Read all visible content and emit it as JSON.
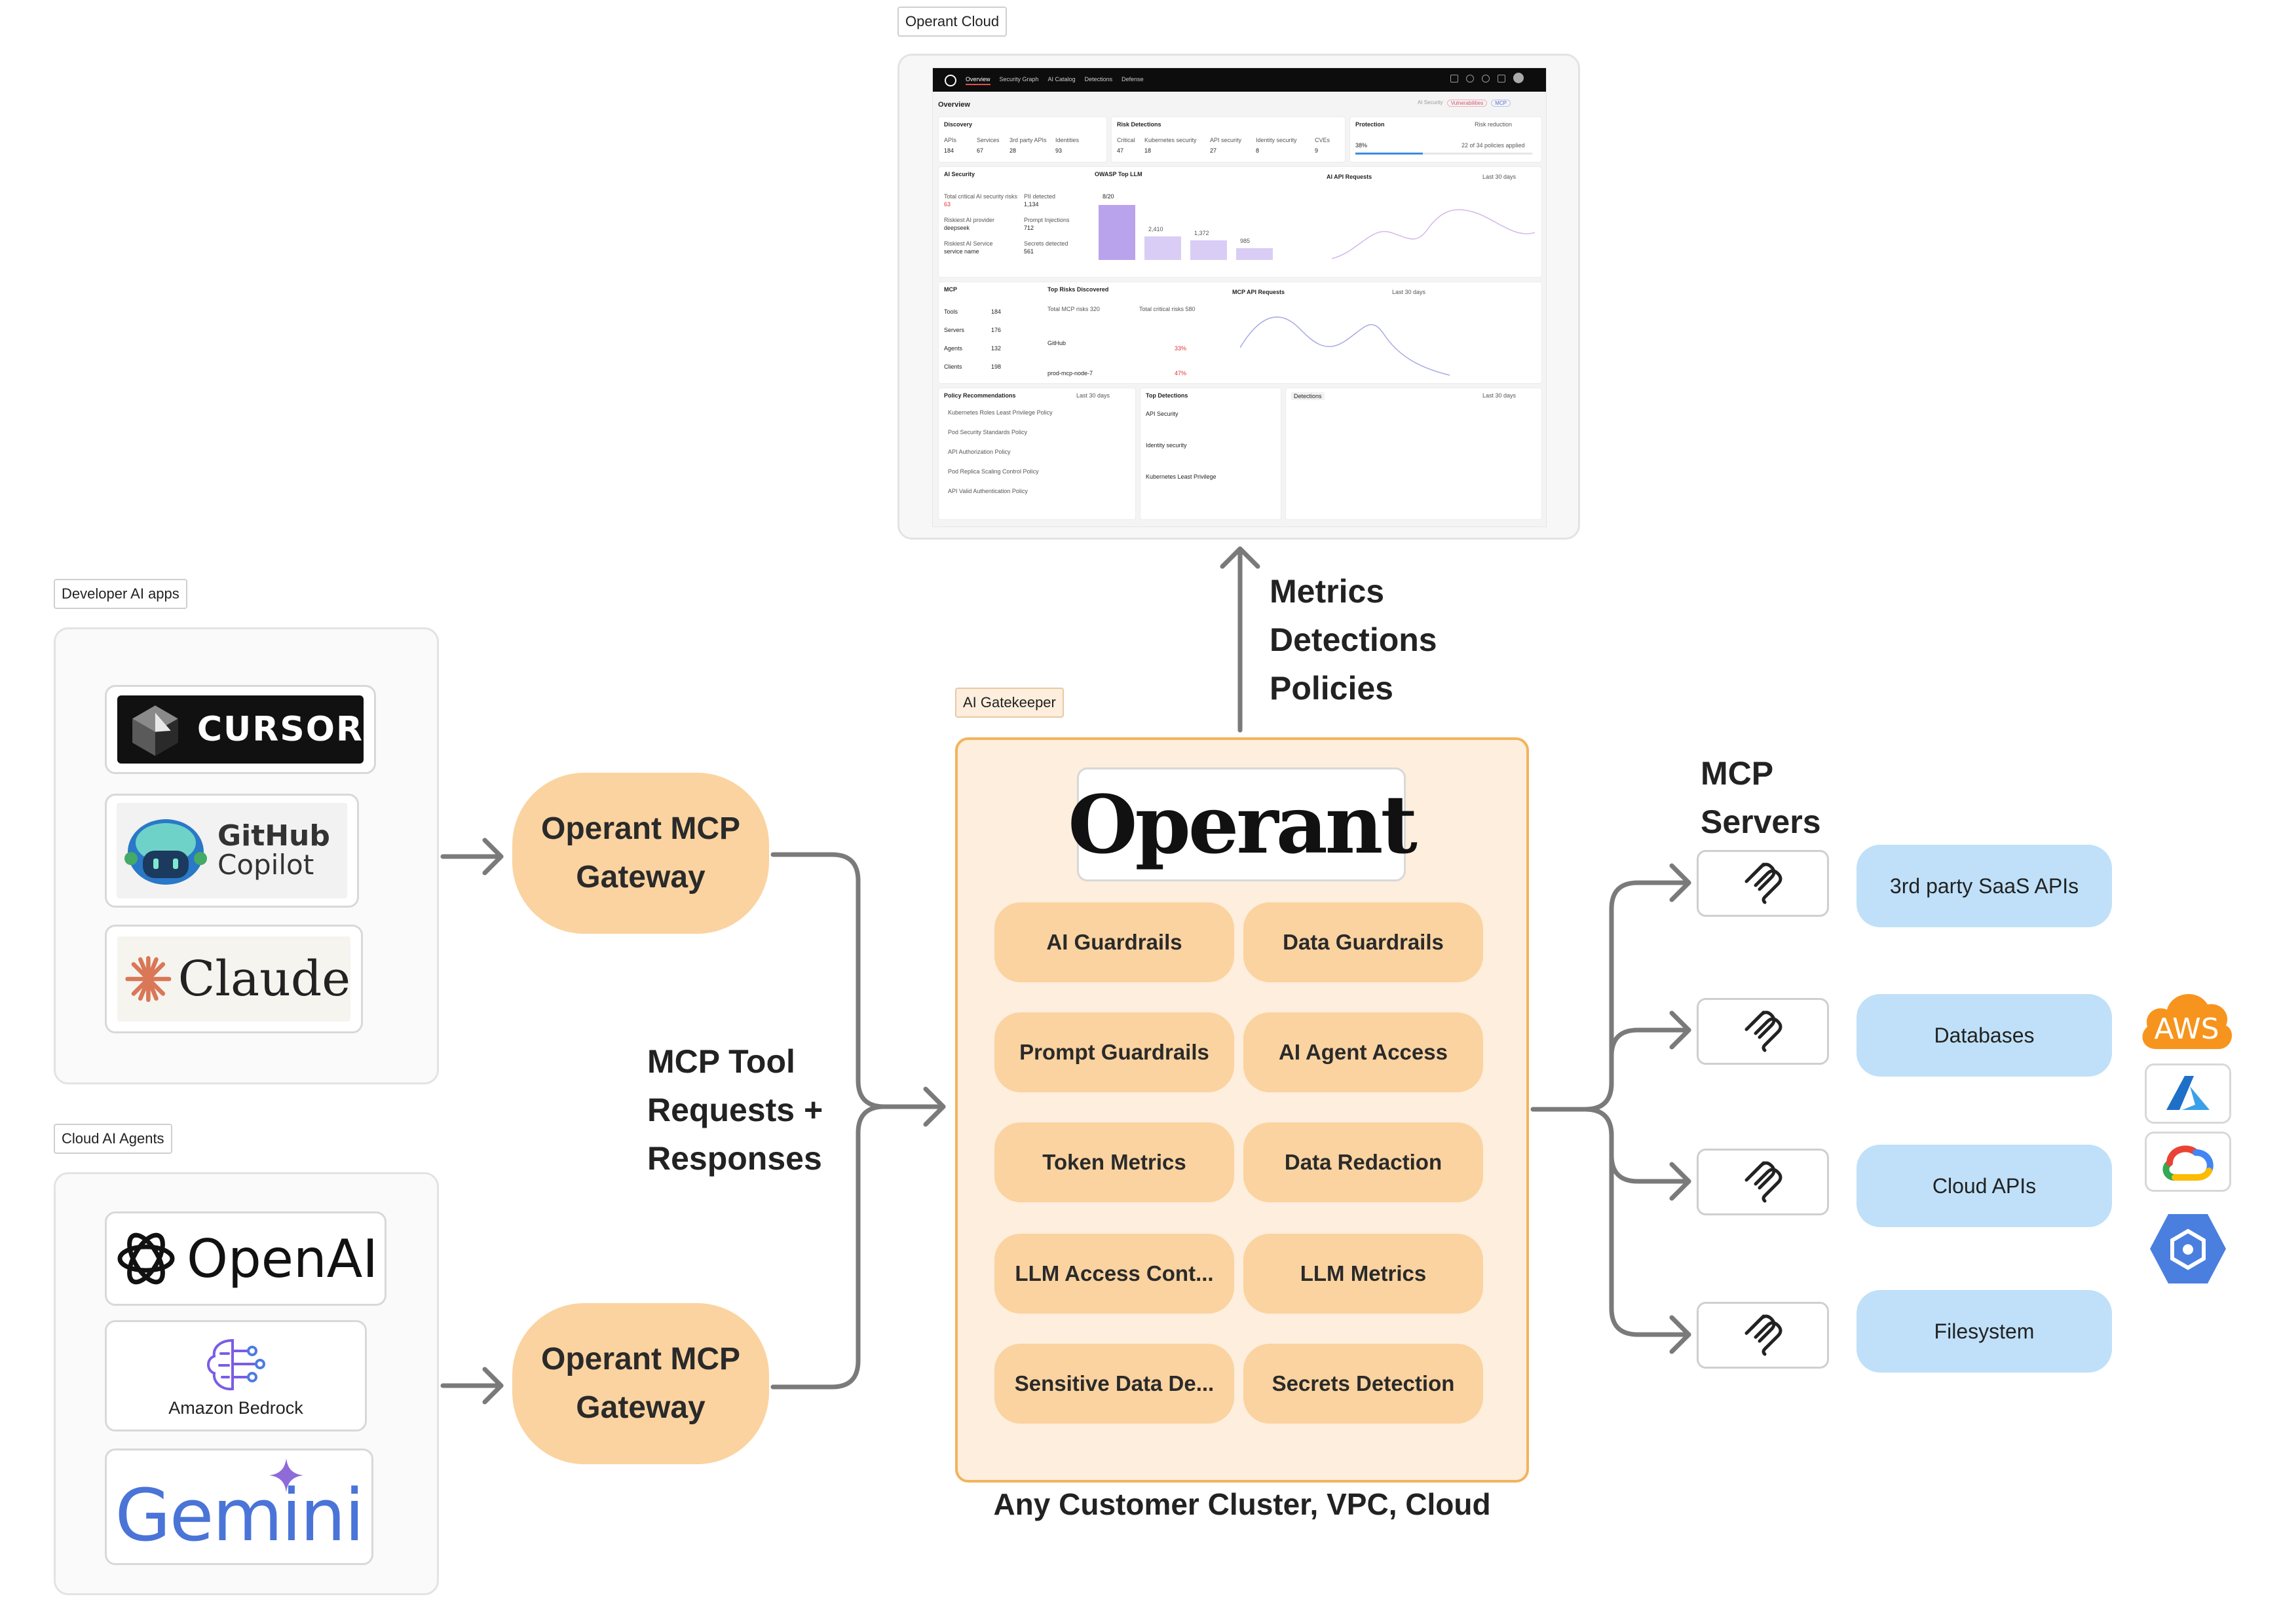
{
  "groups": {
    "operant_cloud": "Operant Cloud",
    "developer_ai_apps": "Developer AI apps",
    "cloud_ai_agents": "Cloud AI Agents",
    "ai_gatekeeper": "AI Gatekeeper"
  },
  "developer_apps": [
    "CURSOR",
    "GitHub",
    "Copilot",
    "Claude"
  ],
  "cloud_agents": [
    "OpenAI",
    "Amazon Bedrock",
    "Gemini"
  ],
  "gateway": {
    "line1": "Operant MCP",
    "line2": "Gateway"
  },
  "flow_label": {
    "line1": "MCP Tool",
    "line2": "Requests +",
    "line3": "Responses"
  },
  "up_label": {
    "line1": "Metrics",
    "line2": "Detections",
    "line3": "Policies"
  },
  "brand": "Operant",
  "features": [
    "AI Guardrails",
    "Data Guardrails",
    "Prompt Guardrails",
    "AI Agent Access",
    "Token Metrics",
    "Data Redaction",
    "LLM Access Cont...",
    "LLM Metrics",
    "Sensitive Data De...",
    "Secrets Detection"
  ],
  "cluster_caption": "Any Customer Cluster, VPC, Cloud",
  "mcp_servers_label": {
    "line1": "MCP",
    "line2": "Servers"
  },
  "destinations": [
    "3rd party SaaS APIs",
    "Databases",
    "Cloud APIs",
    "Filesystem"
  ],
  "cloud_logos": [
    "AWS",
    "azure-icon",
    "google-cloud-icon",
    "gcp-hexagon-icon"
  ],
  "dashboard": {
    "nav": [
      "Overview",
      "Security Graph",
      "AI Catalog",
      "Detections",
      "Defense"
    ],
    "page_title": "Overview",
    "chips": [
      "AI Security",
      "Vulnerabilities",
      "MCP"
    ],
    "discovery": {
      "title": "Discovery",
      "labels": [
        "APIs",
        "Services",
        "3rd party APIs",
        "Identities"
      ],
      "values": [
        "184",
        "67",
        "28",
        "93"
      ]
    },
    "risk": {
      "title": "Risk Detections",
      "labels": [
        "Critical",
        "Kubernetes security",
        "API security",
        "Identity security",
        "CVEs"
      ],
      "values": [
        "47",
        "18",
        "27",
        "8",
        "9"
      ]
    },
    "protection": {
      "title": "Protection",
      "value": "38%",
      "note": "22 of 34 policies applied",
      "extra": "Risk reduction"
    },
    "ai_security": {
      "title": "AI Security",
      "rows": [
        [
          "Total critical AI security risks",
          "63"
        ],
        [
          "PII detected",
          "1,134"
        ],
        [
          "Riskiest AI provider",
          "deepseek"
        ],
        [
          "Prompt Injections",
          "712"
        ],
        [
          "Riskiest AI Service",
          "service name"
        ],
        [
          "Secrets detected",
          "561"
        ]
      ]
    },
    "owasp": {
      "title": "OWASP Top LLM",
      "labels": [
        "8/20",
        "2,410",
        "1,372",
        "985"
      ]
    },
    "ai_api_requests": "AI API Requests",
    "mcp": {
      "title": "MCP",
      "rows": [
        [
          "Tools",
          "184"
        ],
        [
          "Servers",
          "176"
        ],
        [
          "Agents",
          "132"
        ],
        [
          "Clients",
          "198"
        ]
      ]
    },
    "top_risks": {
      "title": "Top Risks Discovered",
      "total_mcp": "Total MCP risks 320",
      "total_critical": "Total critical risks 580",
      "server": "GitHub",
      "client": "prod-mcp-node-7",
      "rate1": "33%",
      "rate2": "47%"
    },
    "mcp_api_requests": "MCP API Requests",
    "policy": {
      "title": "Policy Recommendations",
      "items": [
        "Kubernetes Roles Least Privilege Policy",
        "Pod Security Standards Policy",
        "API Authorization Policy",
        "Pod Replica Scaling Control Policy",
        "API Valid Authentication Policy"
      ]
    },
    "top_detections": {
      "title": "Top Detections",
      "items": [
        "API Security",
        "Identity security",
        "Kubernetes Least Privilege"
      ]
    },
    "detections_tab": "Detections",
    "period": "Last 30 days"
  },
  "colors": {
    "gateway": "#fbd3a0",
    "gatekeeper_bg": "#fdeedd",
    "gatekeeper_border": "#f3b35c",
    "destination": "#bfe0f8",
    "arrow": "#7a7a7a",
    "aws": "#f7941d"
  }
}
